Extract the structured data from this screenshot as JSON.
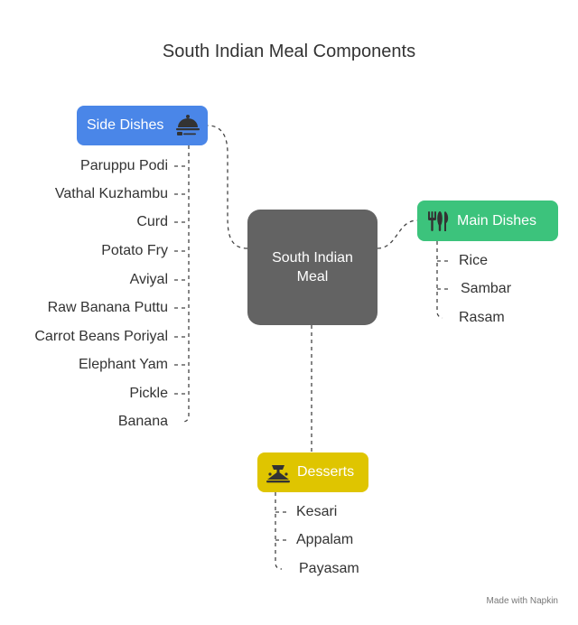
{
  "title": "South Indian Meal Components",
  "center": {
    "line1": "South Indian",
    "line2": "Meal"
  },
  "side_dishes": {
    "label": "Side Dishes",
    "color": "#4a86e8",
    "icon": "serving-cloche-icon",
    "items": [
      "Paruppu Podi",
      "Vathal Kuzhambu",
      "Curd",
      "Potato Fry",
      "Aviyal",
      "Raw Banana Puttu",
      "Carrot Beans Poriyal",
      "Elephant Yam",
      "Pickle",
      "Banana"
    ]
  },
  "main_dishes": {
    "label": "Main Dishes",
    "color": "#3cc37c",
    "icon": "fork-knife-icon",
    "items": [
      "Rice",
      "Sambar",
      "Rasam"
    ]
  },
  "desserts": {
    "label": "Desserts",
    "color": "#dfc500",
    "icon": "dessert-bowl-icon",
    "items": [
      "Kesari",
      "Appalam",
      "Payasam"
    ]
  },
  "watermark": "Made with  Napkin"
}
